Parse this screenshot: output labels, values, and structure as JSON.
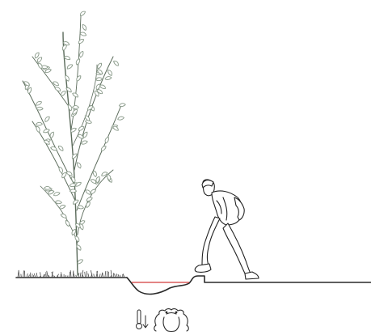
{
  "scene": {
    "subjects": [
      "tree",
      "grass",
      "ground-line",
      "puddle",
      "walking-person",
      "thermometer-icon",
      "down-arrow-icon",
      "frog-icon"
    ],
    "colors": {
      "ground": "#1a1a1a",
      "water_line": "#d23a3a",
      "leaves": "#8a9a8a",
      "ink": "#2a2a2a"
    }
  }
}
